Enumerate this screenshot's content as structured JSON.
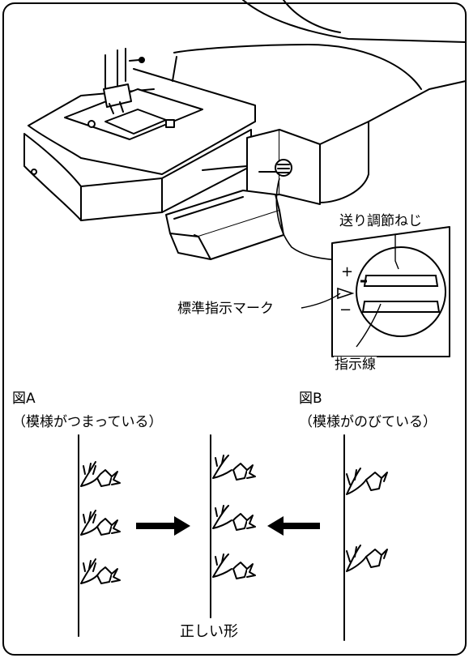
{
  "machine": {
    "dial_label": "送り調節ねじ",
    "standard_mark_label": "標準指示マーク",
    "indicator_line_label": "指示線",
    "plus_sign": "+",
    "minus_sign": "−",
    "triangle_mark": "▷"
  },
  "figure_a": {
    "title": "図A",
    "caption": "（模様がつまっている）"
  },
  "figure_b": {
    "title": "図B",
    "caption": "（模様がのびている）"
  },
  "result_caption": "正しい形"
}
